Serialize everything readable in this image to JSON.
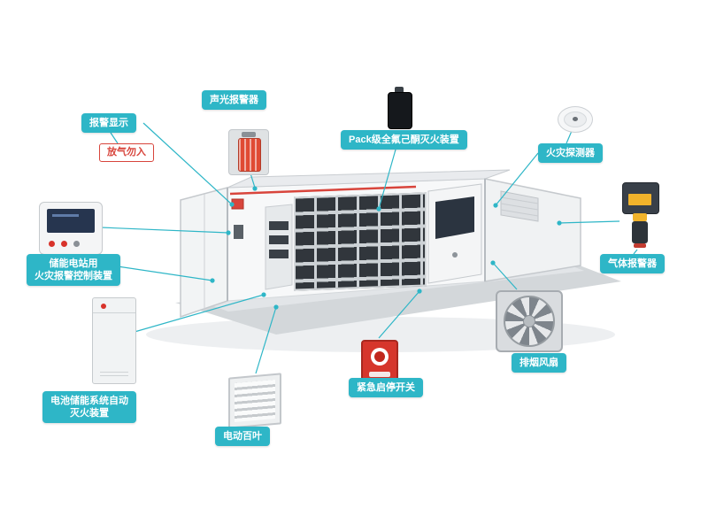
{
  "colors": {
    "accent": "#2eb6c7",
    "warning": "#d8453c"
  },
  "labels": {
    "alarm_display": "报警显示",
    "gas_warning": "放气勿入",
    "sound_light_alarm": "声光报警器",
    "pack_extinguisher": "Pack级全氟己酮灭火装置",
    "fire_detector": "火灾探测器",
    "gas_alarm": "气体报警器",
    "fire_control": "储能电站用\n火灾报警控制装置",
    "battery_extinguisher": "电池储能系统自动\n灭火装置",
    "electric_louver": "电动百叶",
    "emergency_switch": "紧急启停开关",
    "exhaust_fan": "排烟风扇"
  }
}
